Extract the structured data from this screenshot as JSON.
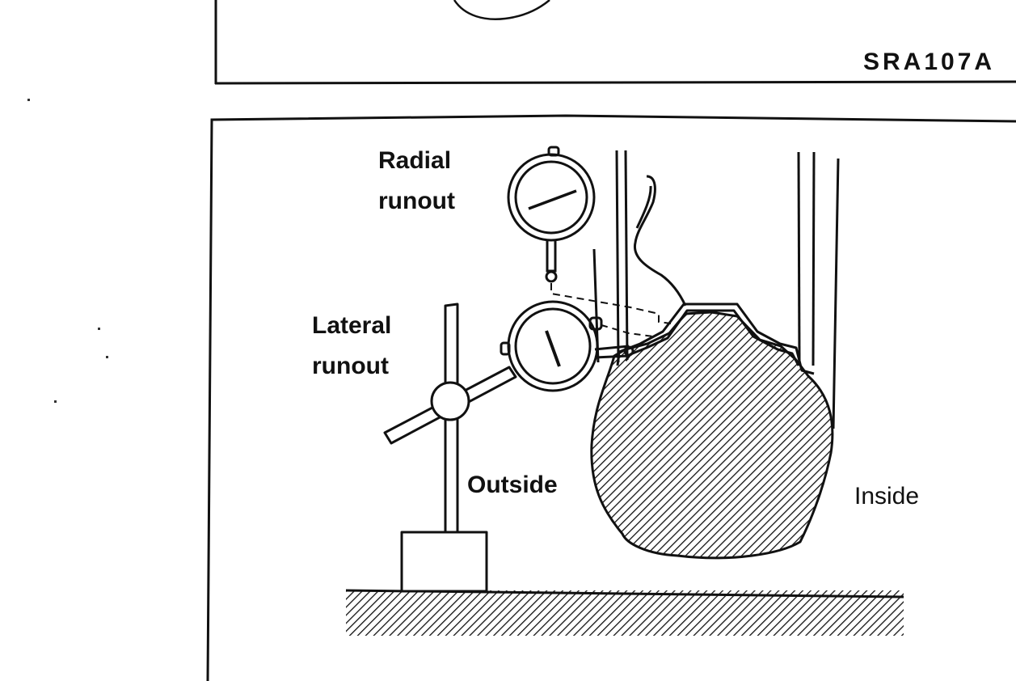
{
  "top_panel": {
    "figure_code": "SRA107A"
  },
  "diagram": {
    "labels": {
      "radial_line1": "Radial",
      "radial_line2": "runout",
      "lateral_line1": "Lateral",
      "lateral_line2": "runout",
      "outside": "Outside",
      "inside": "Inside"
    }
  }
}
